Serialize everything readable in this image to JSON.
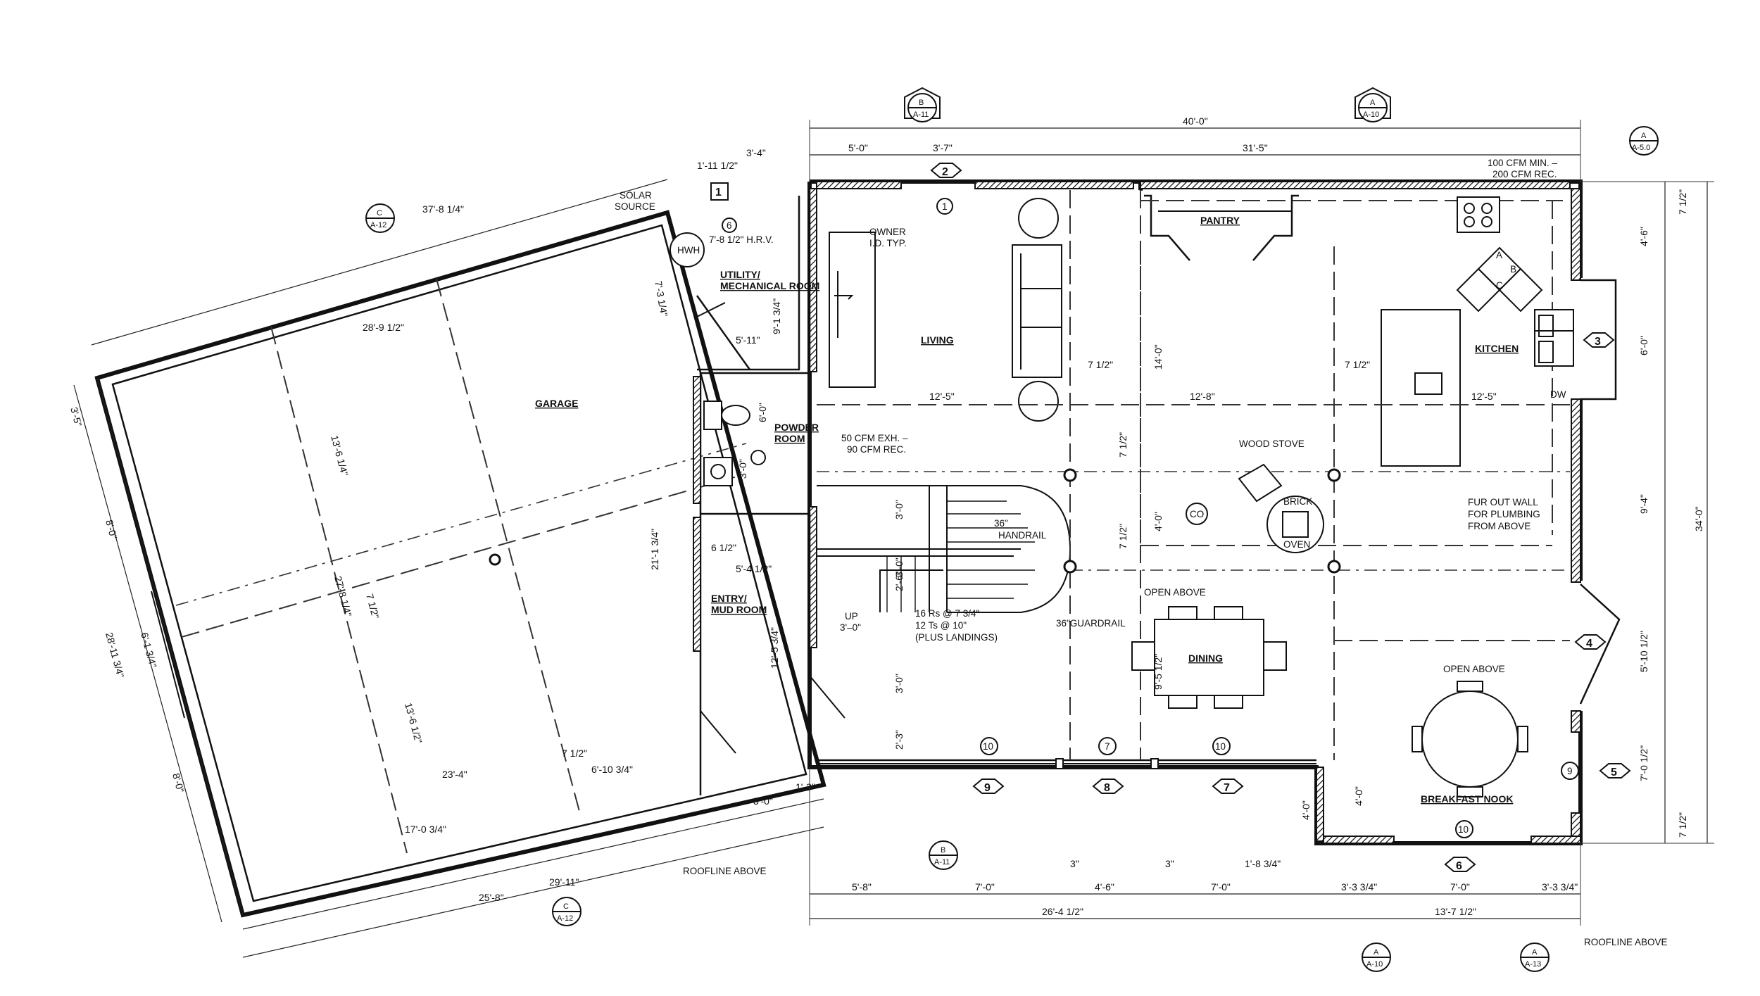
{
  "rooms": {
    "garage": "GARAGE",
    "living": "LIVING",
    "pantry": "PANTRY",
    "kitchen": "KITCHEN",
    "utility": [
      "UTILITY/",
      "MECHANICAL ROOM"
    ],
    "powder": [
      "POWDER",
      "ROOM"
    ],
    "entry": [
      "ENTRY/",
      "MUD ROOM"
    ],
    "dining": "DINING",
    "breakfast": "BREAKFAST NOOK"
  },
  "notes": {
    "solar": [
      "SOLAR",
      "SOURCE"
    ],
    "hwh": "HWH",
    "hrv": "7'-8 1/2\" H.R.V.",
    "owner": [
      "OWNER",
      "I.D. TYP."
    ],
    "cfm_top": [
      "100 CFM MIN. –",
      "200 CFM REC."
    ],
    "cfm_powder": [
      "50 CFM EXH. –",
      "90 CFM REC."
    ],
    "wood_stove": "WOOD STOVE",
    "brick": "BRICK",
    "oven": "OVEN",
    "co": "CO",
    "fur_out": [
      "FUR OUT WALL",
      "FOR PLUMBING",
      "FROM ABOVE"
    ],
    "handrail": [
      "36\"",
      "HANDRAIL"
    ],
    "guardrail": "36\"GUARDRAIL",
    "open_above_1": "OPEN ABOVE",
    "open_above_2": "OPEN ABOVE",
    "stairs": [
      "16 Rs @ 7 3/4\"",
      "12 Ts @ 10\"",
      "(PLUS LANDINGS)"
    ],
    "up": [
      "UP",
      "3'–0\""
    ],
    "dw": "DW",
    "roofline_1": "ROOFLINE ABOVE",
    "roofline_2": "ROOFLINE ABOVE",
    "pantry_marks": [
      "A",
      "B",
      "C"
    ]
  },
  "section_markers": {
    "B_top": [
      "B",
      "A-11"
    ],
    "A_top": [
      "A",
      "A-10"
    ],
    "A_right": [
      "A",
      "A-5.0"
    ],
    "C_top": [
      "C",
      "A-12"
    ],
    "C_bottom": [
      "C",
      "A-12"
    ],
    "B_bottom": [
      "B",
      "A-11"
    ],
    "A_bottom1": [
      "A",
      "A-10"
    ],
    "A_bottom2": [
      "A",
      "A-13"
    ]
  },
  "wall_tags": [
    "1",
    "2",
    "3",
    "4",
    "5",
    "6",
    "7",
    "8",
    "9"
  ],
  "window_tags": [
    "1",
    "6",
    "10",
    "7",
    "10",
    "10",
    "9"
  ],
  "dimensions": {
    "top_total": "40'-0\"",
    "top_a": "5'-0\"",
    "top_b": "3'-7\"",
    "top_c": "31'-5\"",
    "top_d": "1'-11 1/2\"",
    "top_e": "3'-4\"",
    "garage_top": "37'-8 1/4\"",
    "garage_left_a": "3'-5\"",
    "garage_left_b": "8'-0\"",
    "garage_left_total": "28'-11 3/4\"",
    "garage_left_c": "6'-1 3/4\"",
    "garage_left_d": "8'-0\"",
    "garage_bot_a": "25'-8\"",
    "garage_bot_b": "29'-11\"",
    "garage_int_width": "28'-9 1/2\"",
    "garage_int_a": "13'-6 1/4\"",
    "garage_int_b": "27'-8 1/4\"",
    "garage_int_c": "13'-6 1/2\"",
    "garage_int_d": "7 1/2\"",
    "garage_int_e": "23'-4\"",
    "garage_int_f": "17'-0 3/4\"",
    "garage_int_g": "7 1/2\"",
    "garage_int_h": "6'-10 3/4\"",
    "garage_right": "21'-1 3/4\"",
    "util_a": "7'-3 1/4\"",
    "util_b": "9'-1 3/4\"",
    "util_c": "5'-11\"",
    "powder_a": "6'-0\"",
    "powder_b": "3'-0\"",
    "entry_a": "6 1/2\"",
    "entry_b": "5'-4 1/2\"",
    "entry_c": "12'-5 3/4\"",
    "entry_d": "3'-0\"",
    "entry_e": "3'-0\"",
    "entry_f": "1'-3\"",
    "stair_a": "3'-0\"",
    "stair_b": "2'-6\"",
    "stair_c": "3'-0\"",
    "stair_d": "2'-3\"",
    "living_w": "12'-5\"",
    "dining_w": "12'-8\"",
    "kitchen_w": "12'-5\"",
    "mid_a": "7 1/2\"",
    "mid_b": "7 1/2\"",
    "mid_c": "14'-0\"",
    "mid_d": "7 1/2\"",
    "mid_e": "4'-0\"",
    "mid_f": "7 1/2\"",
    "dining_h": "9'-5 1/2\"",
    "right_a": "7 1/2\"",
    "right_b": "4'-6\"",
    "right_c": "6'-0\"",
    "right_d": "9'-4\"",
    "right_total": "34'-0\"",
    "right_e": "5'-10 1/2\"",
    "right_f": "7'-0 1/2\"",
    "right_g": "7 1/2\"",
    "nook_a": "4'-0\"",
    "nook_b": "4'-0\"",
    "bot_a": "5'-8\"",
    "bot_b": "7'-0\"",
    "bot_c": "3\"",
    "bot_d": "4'-6\"",
    "bot_e": "3\"",
    "bot_f": "7'-0\"",
    "bot_g": "1'-8 3/4\"",
    "bot_total_a": "26'-4 1/2\"",
    "bot_h": "3'-3 3/4\"",
    "bot_i": "7'-0\"",
    "bot_j": "3'-3 3/4\"",
    "bot_total_b": "13'-7 1/2\""
  }
}
